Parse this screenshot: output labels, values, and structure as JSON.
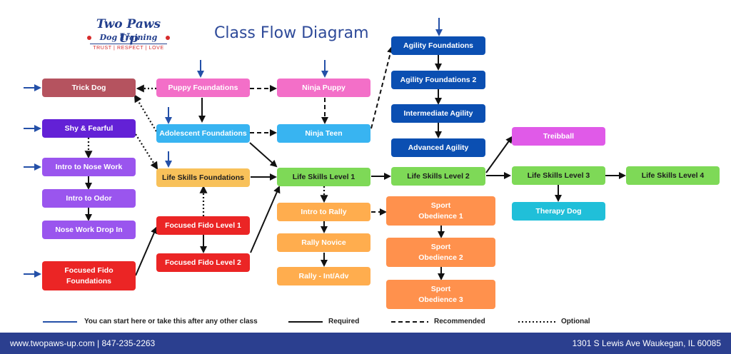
{
  "logo": {
    "name": "Two Paws Up",
    "subtitle": "Dog Training",
    "tagline": "TRUST | RESPECT | LOVE"
  },
  "title": "Class Flow Diagram",
  "colors": {
    "start_arrow": "#2450a8",
    "line": "#111111",
    "title": "#2e4a99",
    "footer": "#2b3f8f"
  },
  "nodes": {
    "trick_dog": "Trick Dog",
    "puppy_foundations": "Puppy Foundations",
    "ninja_puppy": "Ninja Puppy",
    "agility_foundations": "Agility Foundations",
    "agility_foundations_2": "Agility Foundations 2",
    "intermediate_agility": "Intermediate Agility",
    "advanced_agility": "Advanced Agility",
    "shy_fearful": "Shy & Fearful",
    "adolescent_foundations": "Adolescent Foundations",
    "ninja_teen": "Ninja Teen",
    "treibball": "Treibball",
    "intro_nose_work": "Intro to Nose Work",
    "life_skills_foundations": "Life Skills Foundations",
    "life_skills_1": "Life Skills Level 1",
    "life_skills_2": "Life Skills Level 2",
    "life_skills_3": "Life Skills Level 3",
    "life_skills_4": "Life Skills Level 4",
    "intro_odor": "Intro to Odor",
    "therapy_dog": "Therapy Dog",
    "intro_rally": "Intro to Rally",
    "sport_ob_1": "Sport\nObedience 1",
    "nose_work_drop_in": "Nose Work Drop In",
    "focused_fido_1": "Focused Fido Level 1",
    "rally_novice": "Rally Novice",
    "sport_ob_2": "Sport\nObedience 2",
    "focused_fido_2": "Focused Fido Level 2",
    "focused_fido_foundations": "Focused Fido\nFoundations",
    "rally_int_adv": "Rally - Int/Adv",
    "sport_ob_3": "Sport\nObedience 3"
  },
  "legend": {
    "start": "You can start here or take this after any other class",
    "required": "Required",
    "recommended": "Recommended",
    "optional": "Optional"
  },
  "footer": {
    "contact": "www.twopaws-up.com | 847-235-2263",
    "address": "1301 S Lewis Ave Waukegan, IL 60085"
  }
}
